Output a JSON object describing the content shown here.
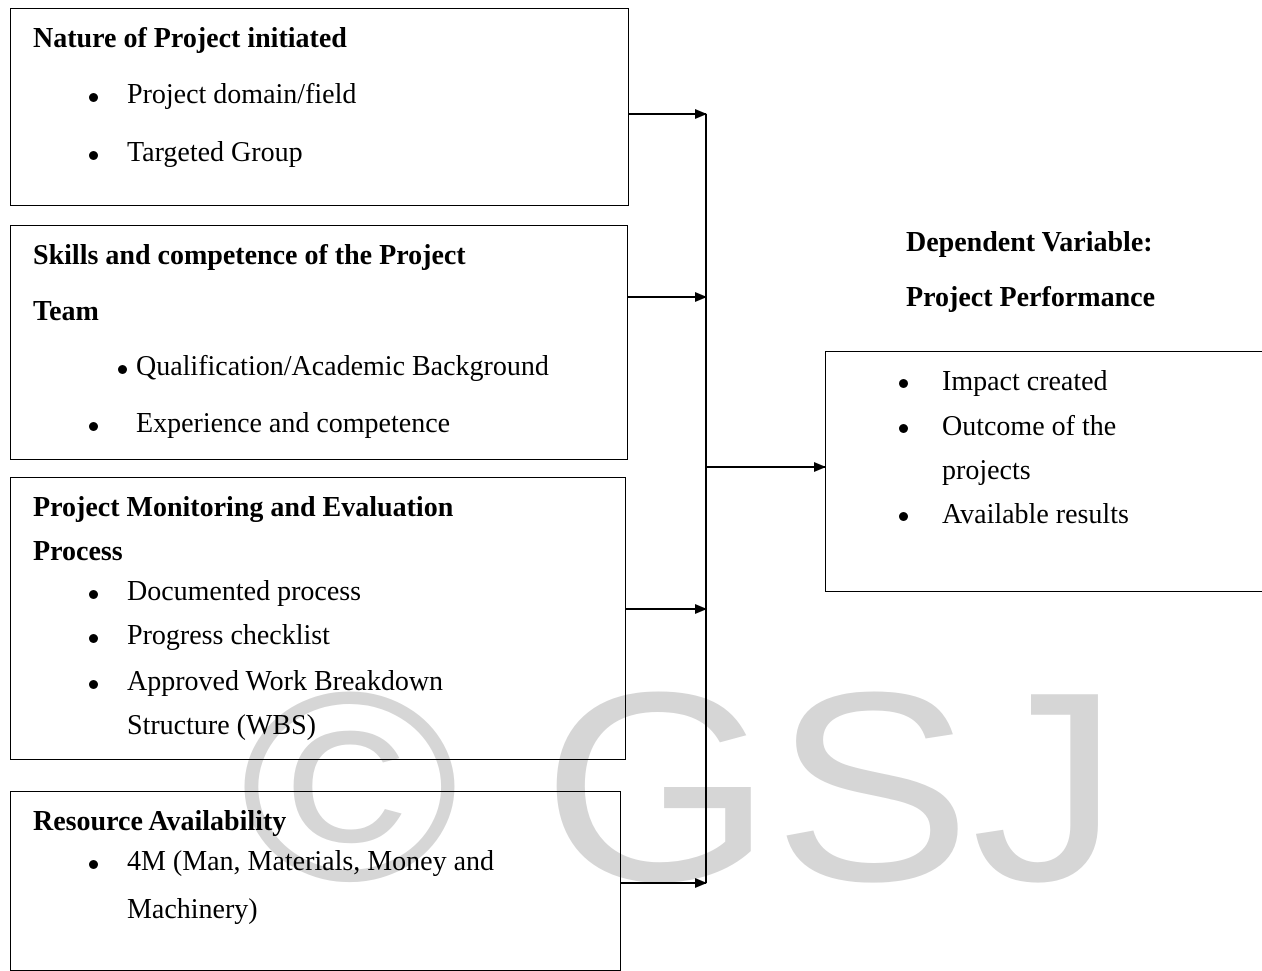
{
  "watermark": {
    "text": "© GSJ",
    "color": "#d0d0d0"
  },
  "independent_variables": [
    {
      "heading": "Nature of Project initiated",
      "items": [
        "Project domain/field",
        "Targeted Group"
      ]
    },
    {
      "heading_line1": "Skills and competence of the Project",
      "heading_line2": "Team",
      "items": [
        "Qualification/Academic Background",
        "Experience and competence"
      ]
    },
    {
      "heading_line1": "Project Monitoring and Evaluation",
      "heading_line2": "Process",
      "items": [
        "Documented process",
        "Progress checklist"
      ],
      "item3_line1": "Approved Work Breakdown",
      "item3_line2": "Structure (WBS)"
    },
    {
      "heading": "Resource Availability",
      "item1_line1": "4M (Man, Materials, Money and",
      "item1_line2": "Machinery)"
    }
  ],
  "dependent_variable": {
    "title_line1": "Dependent Variable:",
    "title_line2": "Project Performance",
    "item1": "Impact created",
    "item2_line1": "Outcome of the",
    "item2_line2": "projects",
    "item3": "Available results"
  }
}
